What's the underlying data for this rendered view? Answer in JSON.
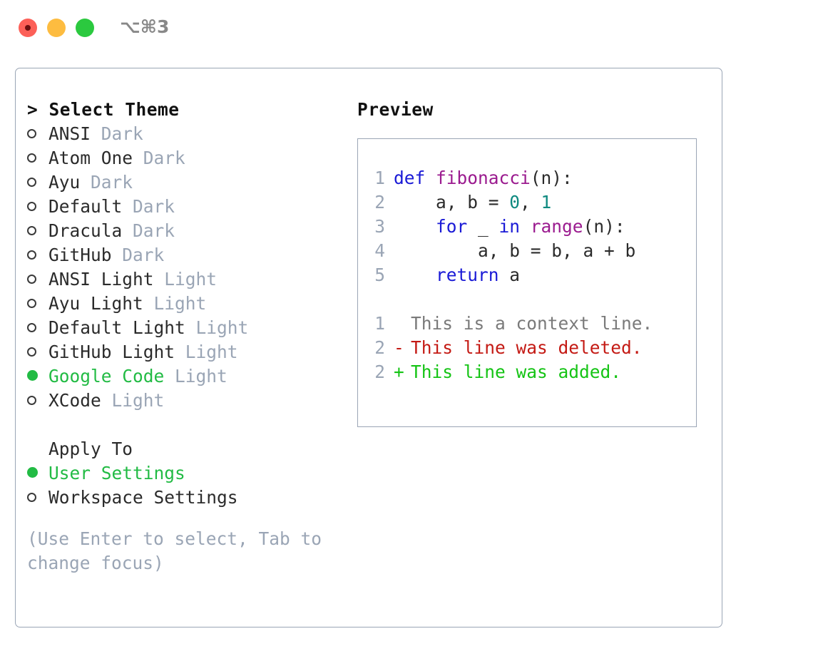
{
  "window": {
    "shortcut": "⌥⌘3",
    "controls": [
      {
        "name": "close",
        "color": "#fc6058"
      },
      {
        "name": "minimize",
        "color": "#fdbc40"
      },
      {
        "name": "maximize",
        "color": "#2bc93f"
      }
    ]
  },
  "theme_picker": {
    "header": "> Select Theme",
    "prompt": ">",
    "title": "Select Theme",
    "selected_marker": "●",
    "unselected_marker": "○",
    "accent_color": "#22bb44",
    "muted_color": "#9aa5b5",
    "items": [
      {
        "name": "ANSI",
        "variant": "Dark",
        "selected": false
      },
      {
        "name": "Atom One",
        "variant": "Dark",
        "selected": false
      },
      {
        "name": "Ayu",
        "variant": "Dark",
        "selected": false
      },
      {
        "name": "Default",
        "variant": "Dark",
        "selected": false
      },
      {
        "name": "Dracula",
        "variant": "Dark",
        "selected": false
      },
      {
        "name": "GitHub",
        "variant": "Dark",
        "selected": false
      },
      {
        "name": "ANSI Light",
        "variant": "Light",
        "selected": false
      },
      {
        "name": "Ayu Light",
        "variant": "Light",
        "selected": false
      },
      {
        "name": "Default Light",
        "variant": "Light",
        "selected": false
      },
      {
        "name": "GitHub Light",
        "variant": "Light",
        "selected": false
      },
      {
        "name": "Google Code",
        "variant": "Light",
        "selected": true
      },
      {
        "name": "XCode",
        "variant": "Light",
        "selected": false
      }
    ]
  },
  "apply_to": {
    "title": "Apply To",
    "options": [
      {
        "label": "User Settings",
        "selected": true
      },
      {
        "label": "Workspace Settings",
        "selected": false
      }
    ]
  },
  "hint": "(Use Enter to select, Tab to change focus)",
  "preview": {
    "title": "Preview",
    "code_lines": [
      {
        "number": "1",
        "tokens": [
          {
            "text": "def ",
            "type": "kw"
          },
          {
            "text": "fibonacci",
            "type": "fn"
          },
          {
            "text": "(n):",
            "type": "pl"
          }
        ]
      },
      {
        "number": "2",
        "tokens": [
          {
            "text": "    a, b = ",
            "type": "pl"
          },
          {
            "text": "0",
            "type": "num"
          },
          {
            "text": ", ",
            "type": "pl"
          },
          {
            "text": "1",
            "type": "num"
          }
        ]
      },
      {
        "number": "3",
        "tokens": [
          {
            "text": "    for",
            "type": "kw"
          },
          {
            "text": " _ ",
            "type": "pl"
          },
          {
            "text": "in ",
            "type": "kw"
          },
          {
            "text": "range",
            "type": "fn"
          },
          {
            "text": "(n):",
            "type": "pl"
          }
        ]
      },
      {
        "number": "4",
        "tokens": [
          {
            "text": "        a, b = b, a + b",
            "type": "pl"
          }
        ]
      },
      {
        "number": "5",
        "tokens": [
          {
            "text": "    return",
            "type": "kw"
          },
          {
            "text": " a",
            "type": "pl"
          }
        ]
      }
    ],
    "diff_lines": [
      {
        "number": "1",
        "sign": " ",
        "text": "This is a context line.",
        "type": "ctx"
      },
      {
        "number": "2",
        "sign": "-",
        "text": "This line was deleted.",
        "type": "del"
      },
      {
        "number": "2",
        "sign": "+",
        "text": "This line was added.",
        "type": "add"
      }
    ]
  }
}
